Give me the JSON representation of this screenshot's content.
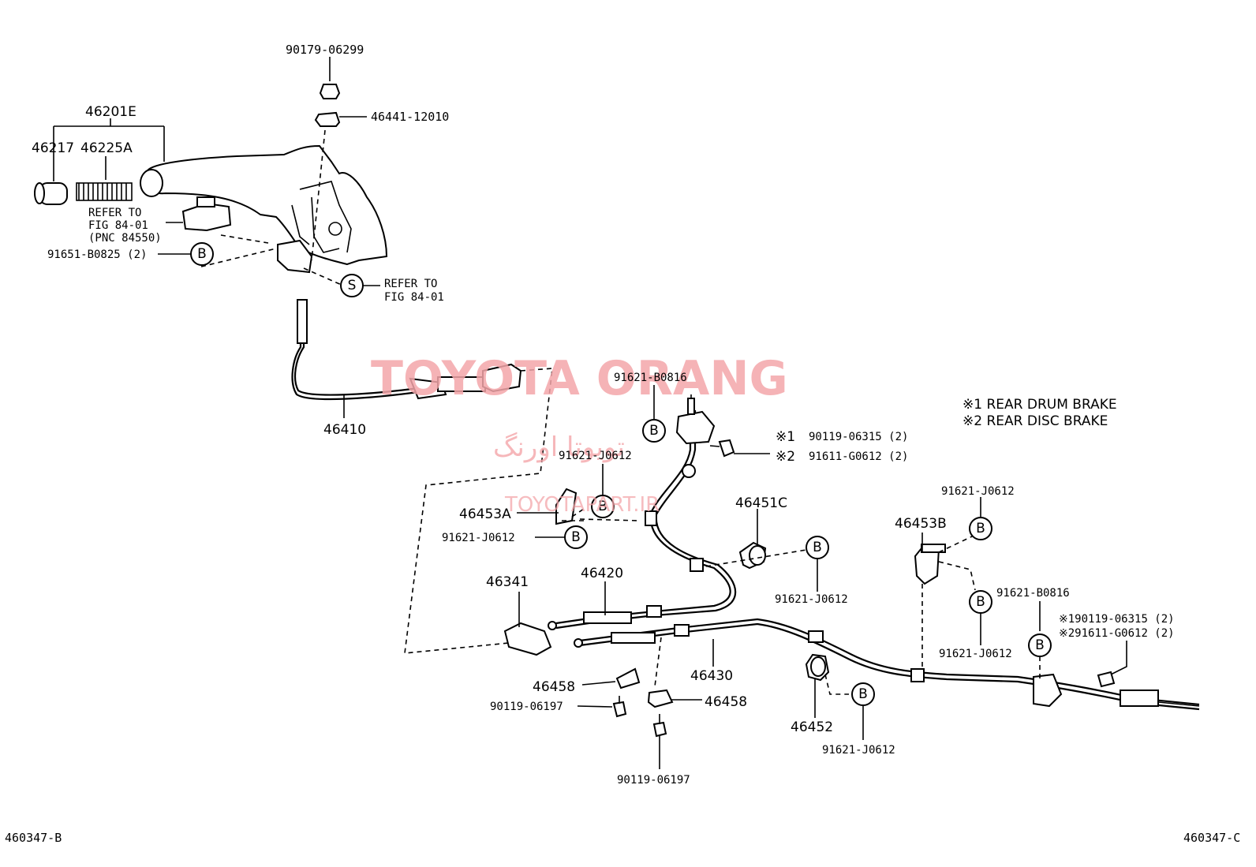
{
  "watermark": {
    "brand": "TOYOTA ORANG",
    "farsi": "تویوتا اورنگ",
    "site": "TOYOTAPART.IR"
  },
  "legend": {
    "line1": "※1 REAR DRUM BRAKE",
    "line2": "※2 REAR DISC BRAKE"
  },
  "corner": {
    "left": "460347-B",
    "right": "460347-C"
  },
  "callout_letters": {
    "bolt": "B",
    "screw": "S"
  },
  "labels": {
    "nut_top": "90179-06299",
    "nut_2": "46441-12010",
    "lever_assy": "46201E",
    "grip": "46217",
    "spring": "46225A",
    "refer1_a": "REFER TO",
    "refer1_b": "FIG 84-01",
    "refer1_c": "(PNC 84550)",
    "bolt_lever": "91651-B0825 (2)",
    "refer2_a": "REFER TO",
    "refer2_b": "FIG 84-01",
    "front_cable": "46410",
    "bolt_top": "91621-B0816",
    "drum1_mark": "※1",
    "drum1": "90119-06315 (2)",
    "disc2_mark": "※2",
    "disc2": "91611-G0612 (2)",
    "bolt_a1": "91621-J0612",
    "bracket_a": "46453A",
    "bolt_a2": "91621-J0612",
    "clamp_c": "46451C",
    "bolt_c": "91621-J0612",
    "bolt_b_top": "91621-J0612",
    "bracket_b": "46453B",
    "bolt_b_lower": "91621-J0612",
    "bolt_right": "91621-B0816",
    "drum1_right": "※190119-06315 (2)",
    "disc2_right": "※291611-G0612 (2)",
    "equalizer": "46341",
    "cable_lh": "46420",
    "cable_rh": "46430",
    "clip_left": "46458",
    "clip_right": "46458",
    "screw_left": "90119-06197",
    "screw_bottom": "90119-06197",
    "clamp_452": "46452",
    "bolt_452": "91621-J0612"
  }
}
